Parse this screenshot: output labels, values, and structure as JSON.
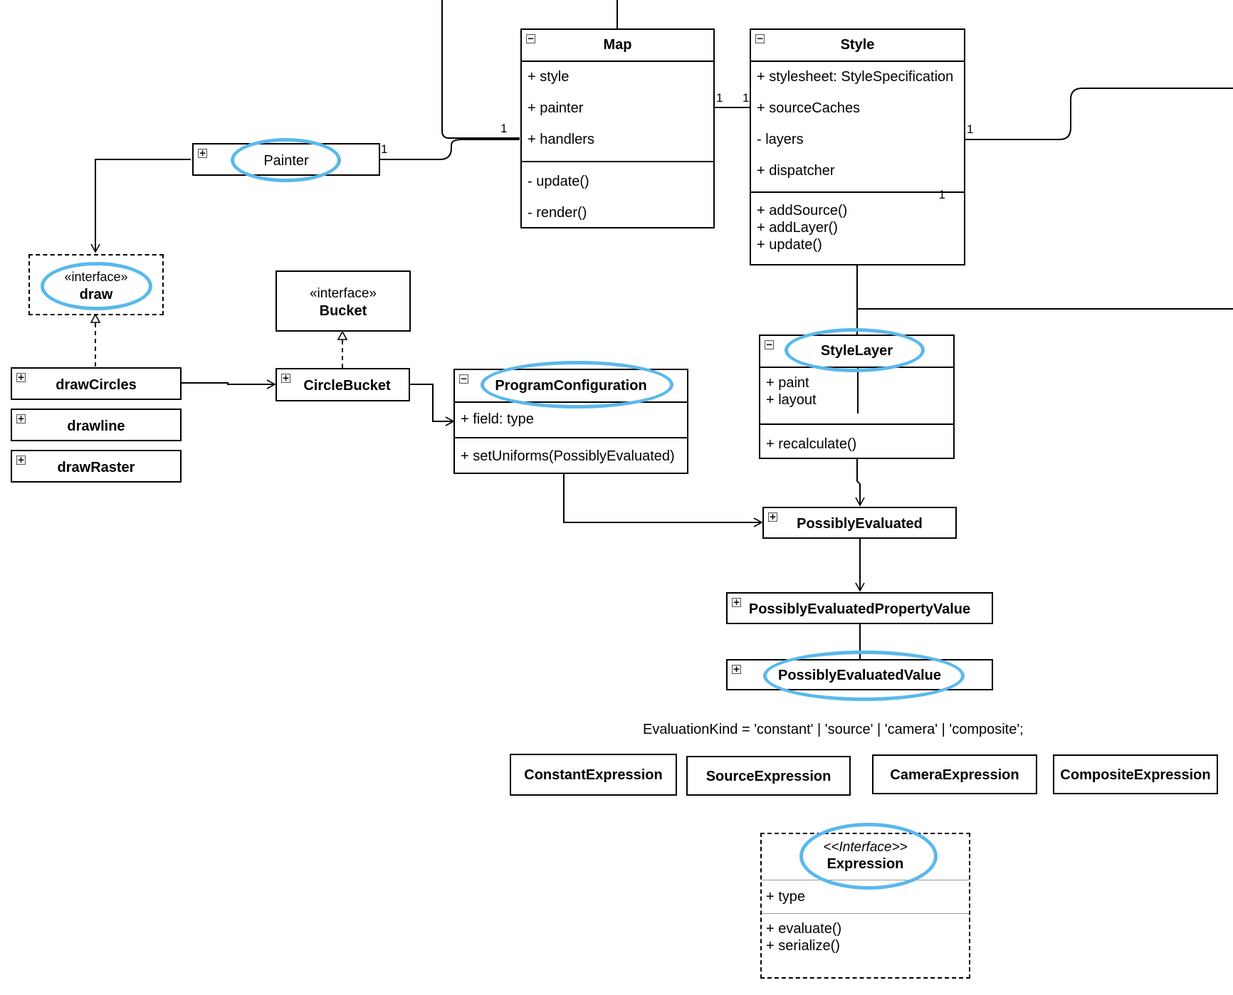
{
  "colors": {
    "highlight": "#5ab8ec",
    "line": "#000000"
  },
  "icons": {
    "collapse": "minus-square-icon",
    "expand": "plus-square-icon"
  },
  "classes": {
    "map": {
      "name": "Map",
      "attributes": [
        "+ style",
        "+ painter",
        "+ handlers"
      ],
      "methods": [
        "- update()",
        "- render()"
      ],
      "toggle": "−"
    },
    "style": {
      "name": "Style",
      "attributes": [
        "+ stylesheet: StyleSpecification",
        "+ sourceCaches",
        "- layers",
        "+ dispatcher"
      ],
      "methods": [
        "+ addSource()",
        "+ addLayer()",
        "+ update()"
      ],
      "toggle": "−"
    },
    "painter": {
      "name": "Painter",
      "toggle": "+"
    },
    "draw_interface": {
      "stereotype": "«interface»",
      "name": "draw"
    },
    "bucket_interface": {
      "stereotype": "«interface»",
      "name": "Bucket"
    },
    "draw_circles": {
      "name": "drawCircles",
      "toggle": "+"
    },
    "drawline": {
      "name": "drawline",
      "toggle": "+"
    },
    "draw_raster": {
      "name": "drawRaster",
      "toggle": "+"
    },
    "circle_bucket": {
      "name": "CircleBucket",
      "toggle": "+"
    },
    "program_configuration": {
      "name": "ProgramConfiguration",
      "attributes": [
        "+ field: type"
      ],
      "methods": [
        "+ setUniforms(PossiblyEvaluated)"
      ],
      "toggle": "−"
    },
    "style_layer": {
      "name": "StyleLayer",
      "attributes": [
        "+ paint",
        "+ layout"
      ],
      "methods": [
        "+ recalculate()"
      ],
      "toggle": "−"
    },
    "possibly_evaluated": {
      "name": "PossiblyEvaluated",
      "toggle": "+"
    },
    "possibly_evaluated_property_value": {
      "name": "PossiblyEvaluatedPropertyValue",
      "toggle": "+"
    },
    "possibly_evaluated_value": {
      "name": "PossiblyEvaluatedValue",
      "toggle": "+"
    },
    "constant_expression": {
      "name": "ConstantExpression"
    },
    "source_expression": {
      "name": "SourceExpression"
    },
    "camera_expression": {
      "name": "CameraExpression"
    },
    "composite_expression": {
      "name": "CompositeExpression"
    },
    "expression_interface": {
      "stereotype": "<<Interface>>",
      "name": "Expression",
      "attributes": [
        "+ type"
      ],
      "methods": [
        "+ evaluate()",
        "+ serialize()"
      ]
    }
  },
  "evaluation_kind": "EvaluationKind = 'constant' | 'source' | 'camera' | 'composite';",
  "multiplicities": {
    "painter_map_a": "1",
    "painter_map_b": "1",
    "map_style_a": "1",
    "map_style_b": "1",
    "style_right": "1",
    "style_dispatcher": "1"
  }
}
